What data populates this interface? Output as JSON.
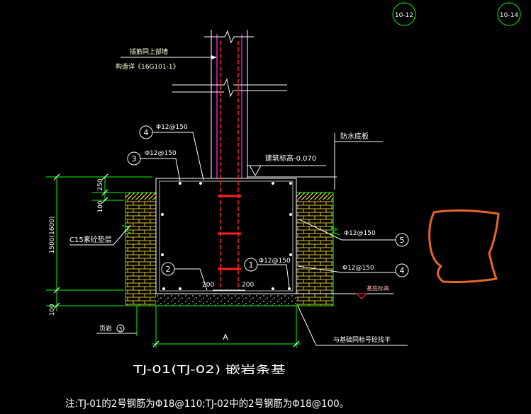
{
  "grid_refs": {
    "left": "10-12",
    "right": "10-14"
  },
  "labels": {
    "dowel_note": "插筋同上部墙",
    "dowel_ref": "构造详《16G101-1》",
    "rebar_4_top": "Φ12@150",
    "rebar_3": "Φ12@150",
    "elevation": "建筑标高-0.070",
    "waterproof": "防水底板",
    "cushion": "C15素砼垫层",
    "rebar_5": "Φ12@150",
    "rebar_1": "Φ12@150",
    "rebar_4_right": "Φ12@150",
    "base_elevation": "基底标高",
    "leveling": "与基础同标号砼找平",
    "rock": "页岩",
    "rock_ref": "3"
  },
  "callouts": {
    "c4_top": "4",
    "c3": "3",
    "c5": "5",
    "c4_right": "4",
    "c2": "2",
    "c1": "1"
  },
  "dimensions": {
    "d250": "250",
    "d100_top": "100",
    "d1500": "1500(1600)",
    "d100_bottom": "100",
    "w200_left": "200",
    "w200_right": "200",
    "width": "A"
  },
  "title": "TJ-01(TJ-02) 嵌岩条基",
  "note": "注:TJ-01的2号钢筋为Φ18@110;TJ-02中的2号钢筋为Φ18@100。",
  "colors": {
    "background": "#000000",
    "grid_circle": "#00ff00",
    "wall_rebar": "#ff33ff",
    "main_bar": "#ff2020",
    "brick": "#e0c030",
    "annotation": "#e8642a"
  }
}
